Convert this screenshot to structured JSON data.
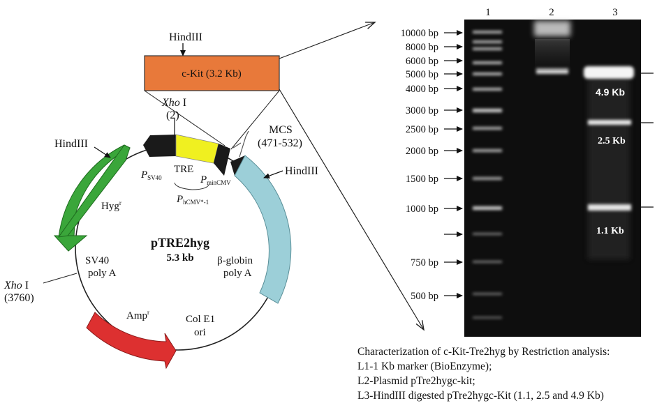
{
  "plasmid": {
    "name": "pTRE2hyg",
    "size": "5.3 kb",
    "insert_label": "c-Kit (3.2 Kb)",
    "labels": {
      "hindiii_top": "HindIII",
      "hindiii_left": "HindIII",
      "hindiii_right": "HindIII",
      "xho_italic": "Xho",
      "xho_roman": " I",
      "xho_top_pos": "(2)",
      "xho_left_pos": "(3760)",
      "mcs": "MCS",
      "mcs_range": "(471-532)",
      "tre": "TRE",
      "p_letter": "P",
      "psv40_sub": "SV40",
      "pmincmv_sub": "minCMV",
      "phcmv_sub": "hCMV*-1",
      "hyg": "Hyg",
      "hyg_sup": "r",
      "amp": "Amp",
      "amp_sup": "r",
      "sv40_polya_1": "SV40",
      "sv40_polya_2": "poly A",
      "globin_polya_1": "β-globin",
      "globin_polya_2": "poly A",
      "ori_1": "Col E1",
      "ori_2": "ori"
    },
    "colors": {
      "insert": "#e8793a",
      "hyg": "#3aa63a",
      "tre": "#f0f020",
      "globin": "#9ccfd8",
      "amp": "#dd3030",
      "promoter": "#1a1a1a"
    }
  },
  "gel": {
    "lanes": [
      "1",
      "2",
      "3"
    ],
    "marker_labels": [
      "10000 bp",
      "8000 bp",
      "6000 bp",
      "5000 bp",
      "4000 bp",
      "3000 bp",
      "2500 bp",
      "2000 bp",
      "1500 bp",
      "1000 bp",
      "750 bp",
      "500 bp"
    ],
    "band_labels": [
      "4.9 Kb",
      "2.5 Kb",
      "1.1 Kb"
    ]
  },
  "caption": {
    "line1": "Characterization of c-Kit-Tre2hyg by Restriction analysis:",
    "line2": "L1-1 Kb marker (BioEnzyme);",
    "line3": "L2-Plasmid pTre2hygc-kit;",
    "line4": "L3-HindIII digested pTre2hygc-Kit (1.1, 2.5 and 4.9 Kb)"
  }
}
